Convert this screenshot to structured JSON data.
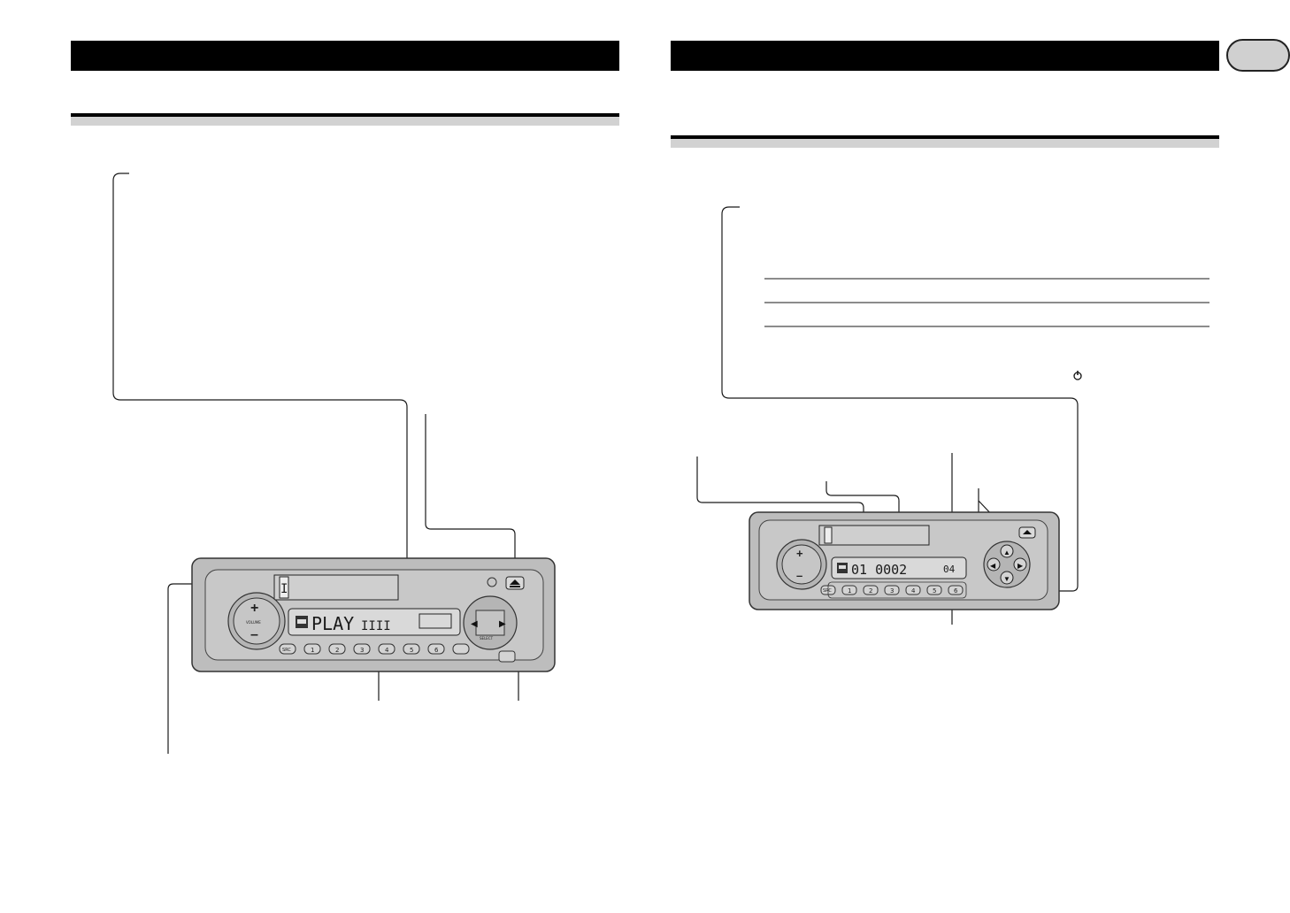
{
  "colors": {
    "header_bar": "#000000",
    "section_rule_light": "#d2d2d2",
    "tab_oval": "#d0d0d0",
    "panel_body": "#bdbdbd",
    "panel_face": "#c8c8c8",
    "lcd": "#d9d9d9"
  },
  "left_unit": {
    "display_text": "PLAY",
    "slot_indicator": "I",
    "volume_label": "VOLUME",
    "select_label": "SELECT",
    "source_button": "SRC",
    "preset_buttons": [
      "1",
      "2",
      "3",
      "4",
      "5",
      "6"
    ],
    "icons": [
      "tape-icon",
      "eject-icon",
      "plus-icon",
      "minus-icon",
      "left-arrow-icon",
      "right-arrow-icon"
    ]
  },
  "right_unit": {
    "display_text": "01 0002",
    "display_suffix": "04",
    "source_button": "SRC",
    "preset_buttons": [
      "1",
      "2",
      "3",
      "4",
      "5",
      "6"
    ],
    "icons": [
      "tape-icon",
      "eject-icon",
      "up-arrow-icon",
      "down-arrow-icon",
      "left-arrow-icon",
      "right-arrow-icon",
      "power-icon"
    ]
  }
}
